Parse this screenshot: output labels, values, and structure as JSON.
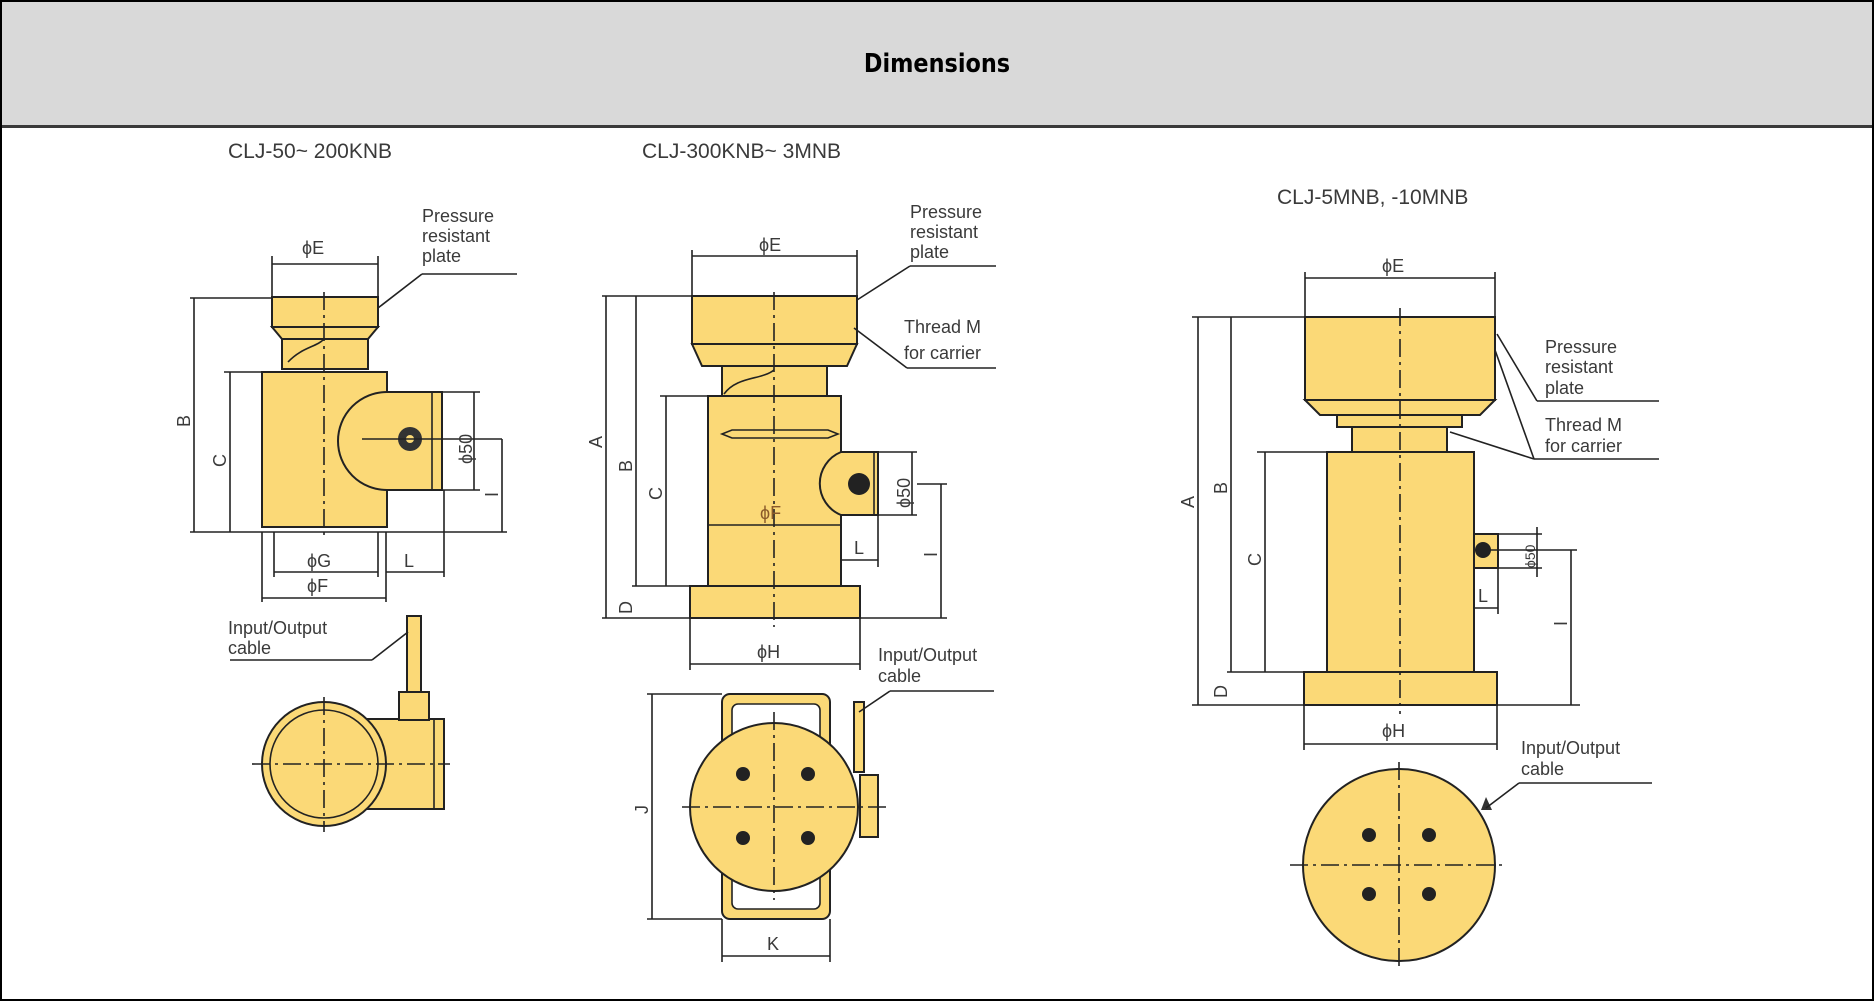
{
  "header": {
    "title": "Dimensions"
  },
  "colors": {
    "header_bg": "#d9d9d9",
    "body_fill": "#fbd977",
    "line": "#222222"
  },
  "drawings": [
    {
      "model": "CLJ-50~ 200KNB",
      "notes": {
        "plate": [
          "Pressure",
          "resistant",
          "plate"
        ],
        "cable": [
          "Input/Output",
          "cable"
        ]
      },
      "dims": {
        "E": "ϕE",
        "B": "B",
        "C": "C",
        "G": "ϕG",
        "F": "ϕF",
        "L": "L",
        "d50": "ϕ50",
        "I": "I"
      }
    },
    {
      "model": "CLJ-300KNB~ 3MNB",
      "notes": {
        "plate": [
          "Pressure",
          "resistant",
          "plate"
        ],
        "thread": [
          "Thread M",
          "for carrier"
        ],
        "cable": [
          "Input/Output",
          "cable"
        ]
      },
      "dims": {
        "E": "ϕE",
        "A": "A",
        "B": "B",
        "C": "C",
        "D": "D",
        "F": "ϕF",
        "H": "ϕH",
        "L": "L",
        "d50": "ϕ50",
        "I": "I",
        "J": "J",
        "K": "K"
      }
    },
    {
      "model": "CLJ-5MNB, -10MNB",
      "notes": {
        "plate": [
          "Pressure",
          "resistant",
          "plate"
        ],
        "thread": [
          "Thread M",
          "for carrier"
        ],
        "cable": [
          "Input/Output",
          "cable"
        ]
      },
      "dims": {
        "E": "ϕE",
        "A": "A",
        "B": "B",
        "C": "C",
        "D": "D",
        "H": "ϕH",
        "L": "L",
        "d50": "ϕ50",
        "I": "I"
      }
    }
  ]
}
